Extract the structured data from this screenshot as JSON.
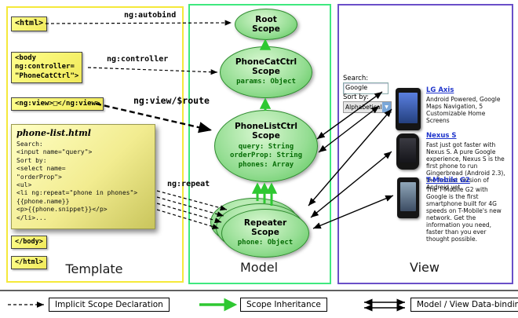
{
  "columns": {
    "template": "Template",
    "model": "Model",
    "view": "View"
  },
  "template": {
    "html_open": "<html>",
    "body_open": "<body\nng:controller=\n\"PhoneCatCtrl\">",
    "ng_view": "<ng:view>□</ng:view>",
    "body_close": "</body>",
    "html_close": "</html>",
    "note": {
      "title": "phone-list.html",
      "lines": [
        "Search:",
        "<input name=\"query\">",
        "Sort by:",
        "<select name=",
        "\"orderProp\">",
        "<ul>",
        "<li ng:repeat=\"phone in phones\">",
        "{{phone.name}}",
        "<p>{{phone.snippet}}</p>",
        "</li>..."
      ]
    }
  },
  "model": {
    "root": {
      "title": "Root\nScope"
    },
    "phonecat": {
      "title": "PhoneCatCtrl\nScope",
      "props": "params: Object"
    },
    "phonelist": {
      "title": "PhoneListCtrl\nScope",
      "props": "query: String\norderProp: String\nphones: Array"
    },
    "repeater": {
      "title": "Repeater\nScope",
      "props": "phone: Object"
    }
  },
  "edges": {
    "autobind": "ng:autobind",
    "controller": "ng:controller",
    "view_route": "ng:view/$route",
    "repeat": "ng:repeat"
  },
  "view": {
    "search_label": "Search:",
    "search_value": "Google",
    "sort_label": "Sort by:",
    "sort_value": "Alphabetical",
    "phones": [
      {
        "name": "LG Axis",
        "desc": "Android Powered, Google Maps Navigation, 5 Customizable Home Screens"
      },
      {
        "name": "Nexus S",
        "desc": "Fast just got faster with Nexus S. A pure Google experience, Nexus S is the first phone to run Gingerbread (Android 2.3), the fastest version of Android yet."
      },
      {
        "name": "T-Mobile G2",
        "desc": "The T-Mobile G2 with Google is the first smartphone built for 4G speeds on T-Mobile's new network. Get the information you need, faster than you ever thought possible."
      }
    ]
  },
  "legend": {
    "items": [
      {
        "label": "Implicit Scope Declaration"
      },
      {
        "label": "Scope Inheritance"
      },
      {
        "label": "Model / View Data-binding"
      }
    ]
  },
  "colors": {
    "template_border": "#f5e93a",
    "model_border": "#3fe87f",
    "view_border": "#6a4fc8",
    "inheritance_green": "#2fc832",
    "scope_fill": "#94dd92"
  }
}
